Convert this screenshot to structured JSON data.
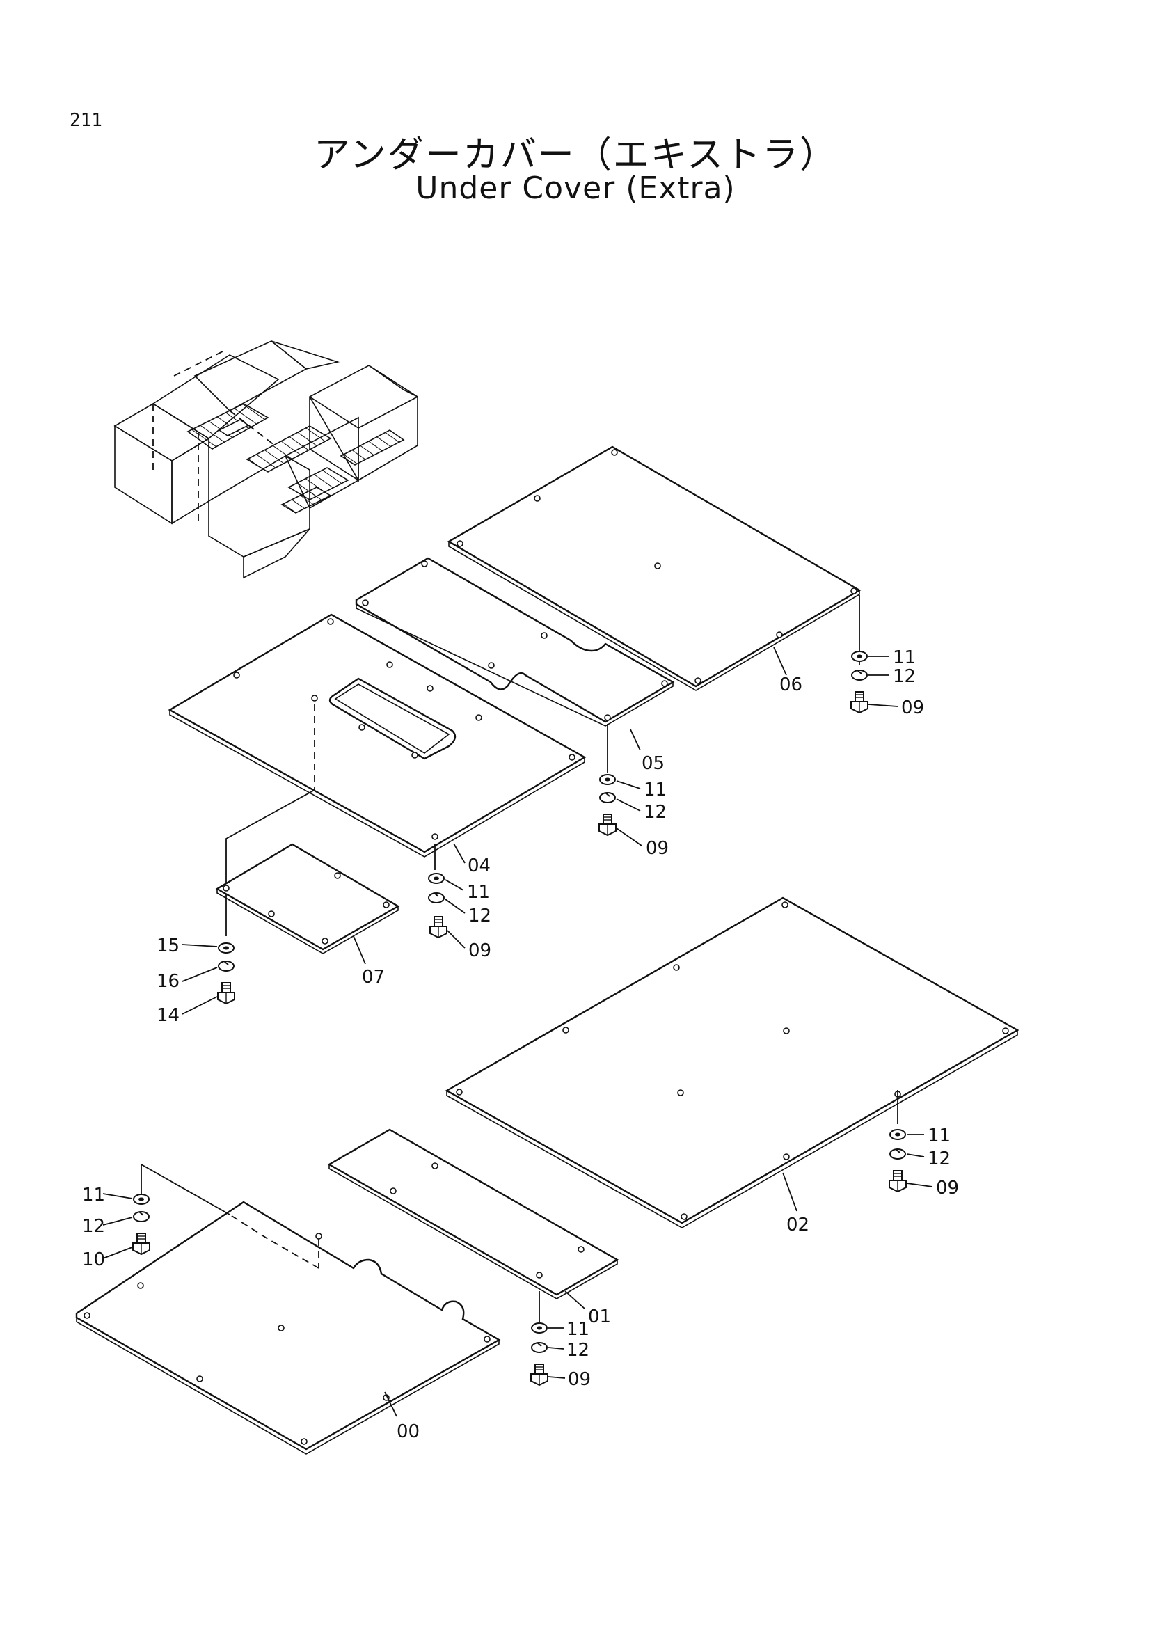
{
  "page": {
    "number": "211",
    "title_jp": "アンダーカバー（エキストラ）",
    "title_en": "Under Cover (Extra)"
  },
  "parts": {
    "p00": "00",
    "p01": "01",
    "p02": "02",
    "p04": "04",
    "p05": "05",
    "p06": "06",
    "p07": "07",
    "p09": "09",
    "p10": "10",
    "p11": "11",
    "p12": "12",
    "p14": "14",
    "p15": "15",
    "p16": "16"
  }
}
